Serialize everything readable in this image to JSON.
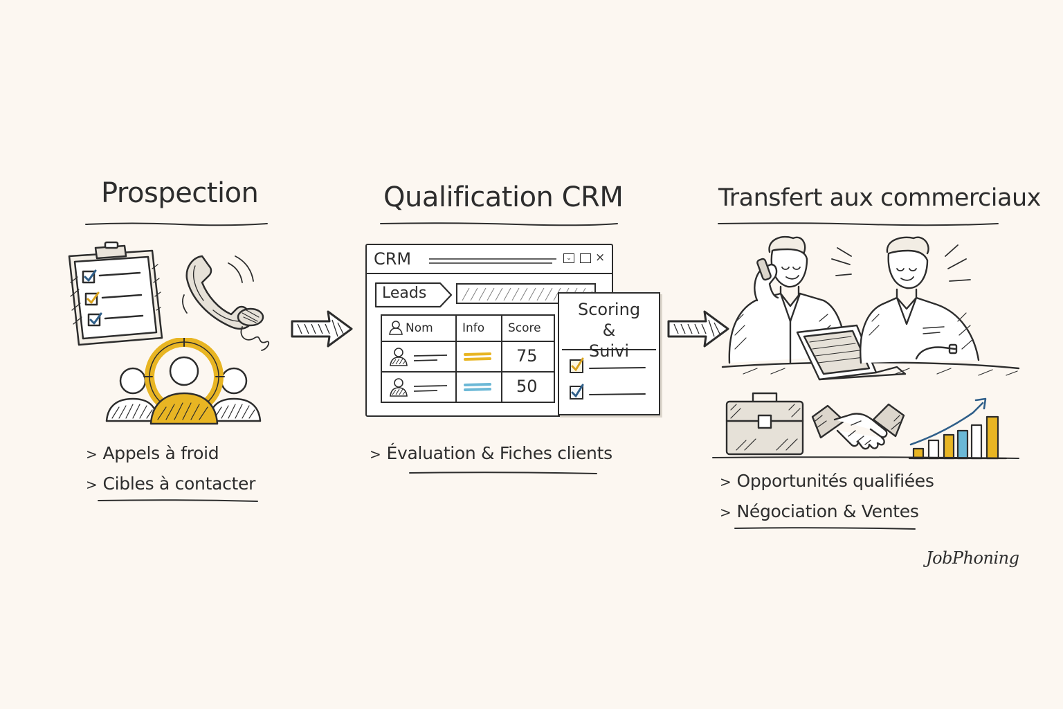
{
  "colors": {
    "background": "#fcf7f1",
    "ink": "#2d2d2d",
    "accent_gold": "#e8b523",
    "accent_blue": "#6bb8d6"
  },
  "stages": [
    {
      "title": "Prospection",
      "bullets": [
        "Appels à froid",
        "Cibles à contacter"
      ],
      "icons": [
        "clipboard-checklist-icon",
        "phone-handset-icon",
        "target-audience-icon"
      ]
    },
    {
      "title": "Qualification CRM",
      "bullets": [
        "Évaluation & Fiches clients"
      ],
      "crm": {
        "window_title": "CRM",
        "leads_tab": "Leads",
        "columns": [
          "Nom",
          "Info",
          "Score"
        ],
        "rows": [
          {
            "score": "75",
            "info_color": "#e8b523"
          },
          {
            "score": "50",
            "info_color": "#6bb8d6"
          }
        ],
        "scoring_card_title_line1": "Scoring &",
        "scoring_card_title_line2": "Suivi"
      }
    },
    {
      "title": "Transfert aux commerciaux",
      "bullets": [
        "Opportunités qualifiées",
        "Négociation & Ventes"
      ],
      "icons": [
        "salespeople-meeting-icon",
        "briefcase-icon",
        "handshake-icon",
        "growth-chart-icon"
      ]
    }
  ],
  "bullet_marker": ">",
  "brand": "JobPhoning"
}
